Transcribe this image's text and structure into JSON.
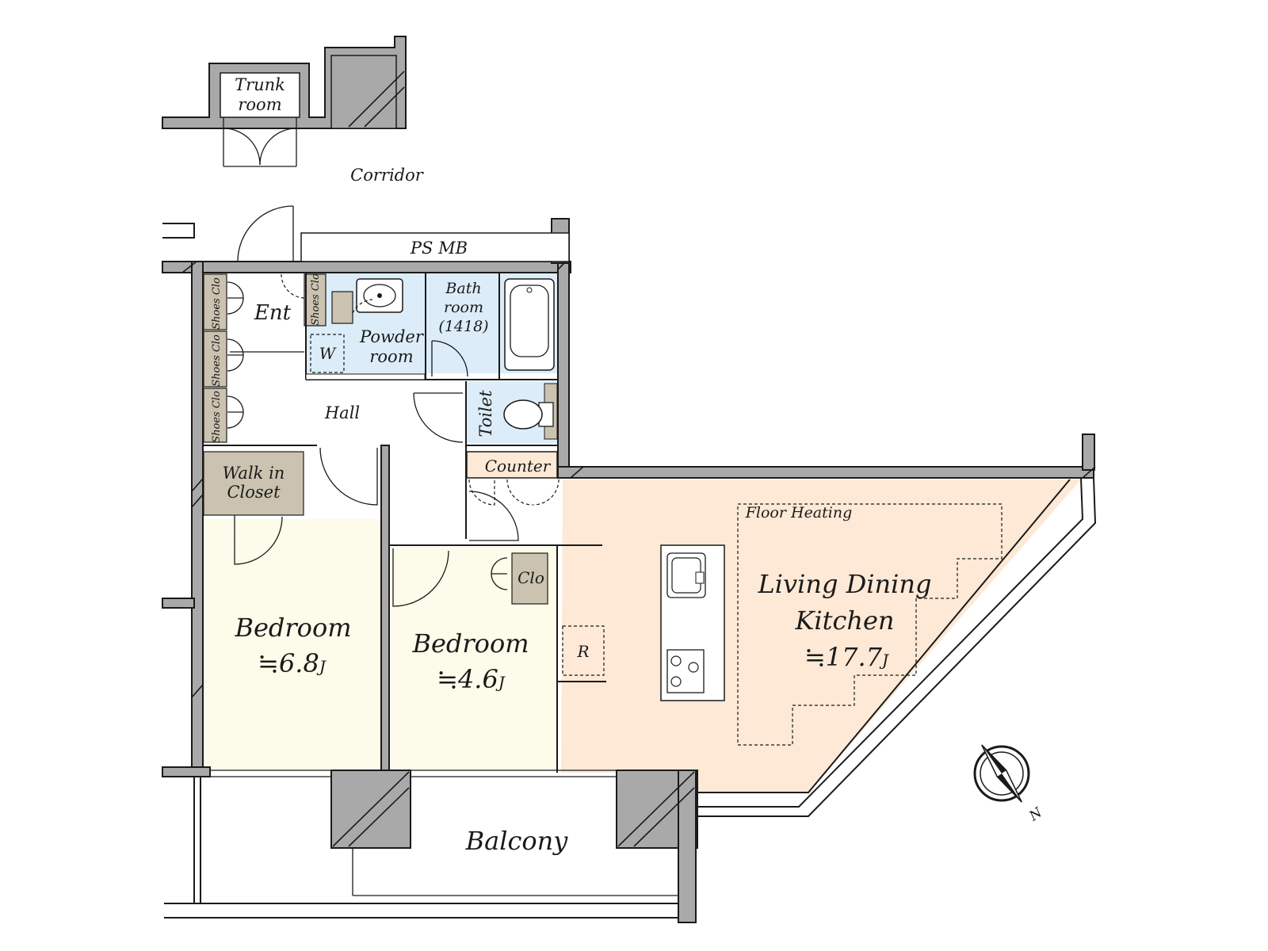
{
  "labels": {
    "trunk_room_line1": "Trunk",
    "trunk_room_line2": "room",
    "corridor": "Corridor",
    "ps_mb": "PS  MB",
    "shoes_clo": "Shoes Clo",
    "entrance": "Ent",
    "powder_room_line1": "Powder",
    "powder_room_line2": "room",
    "washer": "W",
    "bath_line1": "Bath",
    "bath_line2": "room",
    "bath_line3": "(1418)",
    "toilet": "Toilet",
    "hall": "Hall",
    "counter": "Counter",
    "walk_in_line1": "Walk in",
    "walk_in_line2": "Closet",
    "closet": "Clo",
    "refrigerator": "R",
    "floor_heating": "Floor Heating",
    "ldk_line1": "Living Dining",
    "ldk_line2": "Kitchen",
    "balcony": "Balcony",
    "compass_north": "N"
  },
  "rooms": {
    "bedroom_1": {
      "name": "Bedroom",
      "size": "≒6.8",
      "unit": "J"
    },
    "bedroom_2": {
      "name": "Bedroom",
      "size": "≒4.6",
      "unit": "J"
    },
    "ldk": {
      "size": "≒17.7",
      "unit": "J"
    }
  },
  "colors": {
    "wall": "#a9a9a9",
    "bedroom_fill": "#fdfbea",
    "ldk_fill": "#fde9d6",
    "wet_area_fill": "#dcedf9",
    "storage_fill": "#cbc3b0",
    "counter_fill": "#fde9d6"
  },
  "icons": [
    "compass-icon",
    "sink-icon",
    "bathtub-icon",
    "toilet-icon",
    "stove-icon",
    "kitchen-sink-icon"
  ]
}
